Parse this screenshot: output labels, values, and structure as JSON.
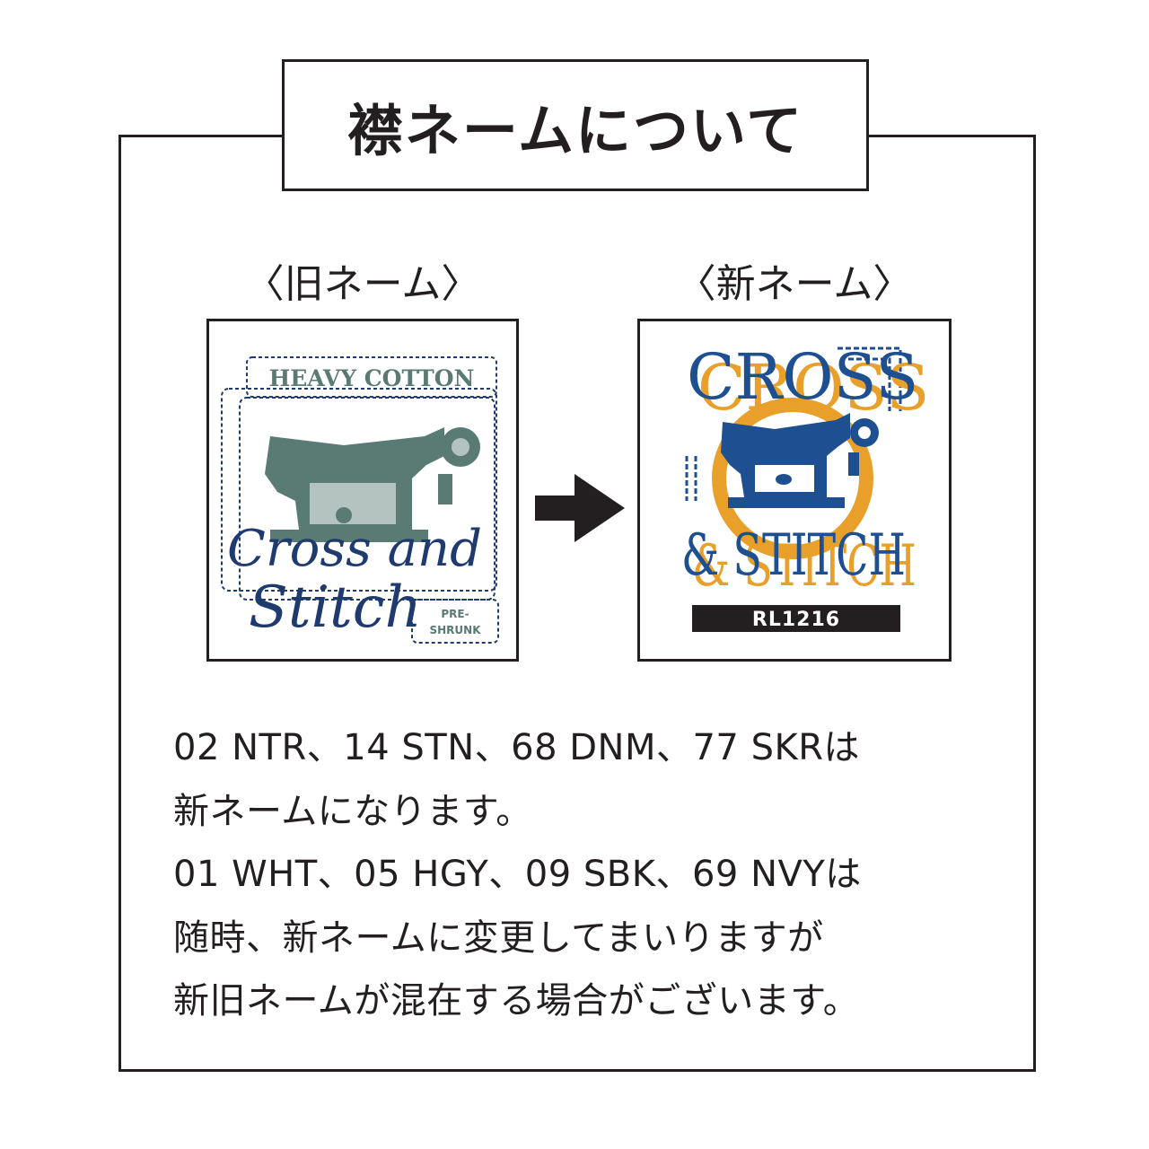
{
  "title": "襟ネームについて",
  "old_label": {
    "caption": "〈旧ネーム〉",
    "header_text": "HEAVY COTTON",
    "script_line1": "Cross and",
    "script_line2": "Stitch",
    "badge_line1": "PRE-",
    "badge_line2": "SHRUNK",
    "colors": {
      "slate": "#5a7a74",
      "navy": "#1f3a6e"
    }
  },
  "new_label": {
    "caption": "〈新ネーム〉",
    "text_top": "CROSS",
    "text_bottom": "& STITCH",
    "code": "RL1216",
    "colors": {
      "blue": "#1d4f91",
      "orange": "#e8a02a",
      "black": "#231f20"
    }
  },
  "arrow_icon": "right-arrow",
  "body_lines": [
    "02 NTR、14 STN、68 DNM、77 SKRは",
    "新ネームになります。",
    "01 WHT、05 HGY、09 SBK、69 NVYは",
    "随時、新ネームに変更してまいりますが",
    "新旧ネームが混在する場合がございます。"
  ]
}
